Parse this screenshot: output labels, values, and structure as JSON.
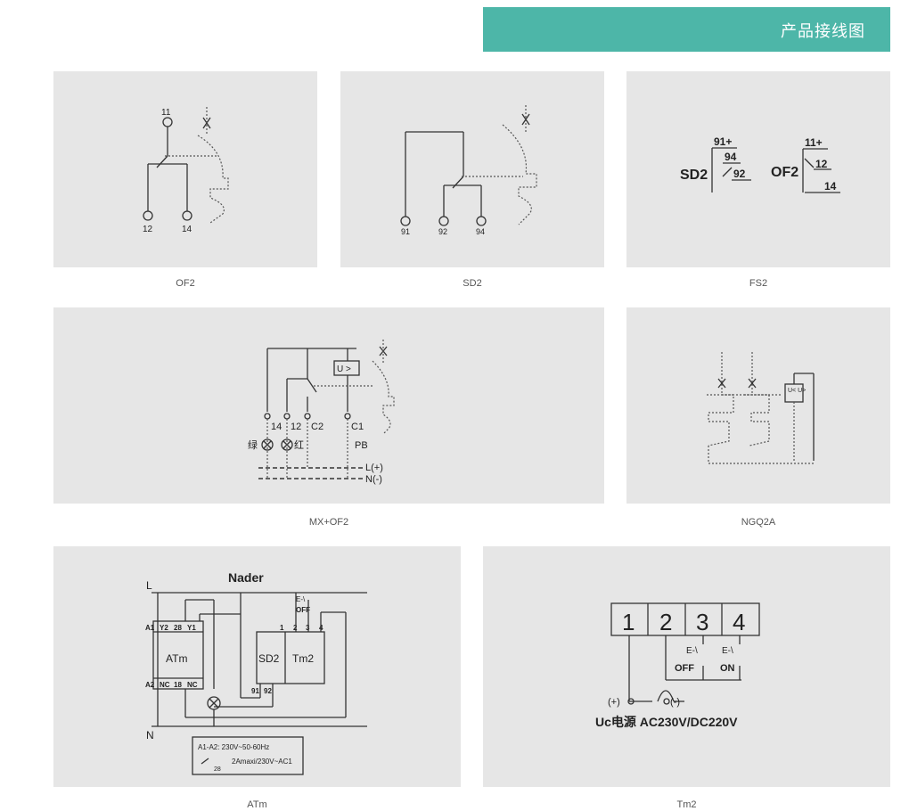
{
  "header": {
    "title": "产品接线图"
  },
  "captions": {
    "of2": "OF2",
    "sd2": "SD2",
    "fs2": "FS2",
    "mx_of2": "MX+OF2",
    "ngq2a": "NGQ2A",
    "atm": "ATm",
    "tm2": "Tm2"
  },
  "of2": {
    "t11": "11",
    "t12": "12",
    "t14": "14"
  },
  "sd2": {
    "t91": "91",
    "t92": "92",
    "t94": "94"
  },
  "fs2": {
    "sd_label": "SD2",
    "t91": "91+",
    "t94": "94",
    "t92": "92",
    "of_label": "OF2",
    "t11": "11+",
    "t12": "12",
    "t14": "14"
  },
  "mx": {
    "t14": "14",
    "t12": "12",
    "c2": "C2",
    "c1": "C1",
    "u_box": "U >",
    "green": "绿",
    "red": "红",
    "pb": "PB",
    "l": "L(+)",
    "n": "N(-)"
  },
  "ngq": {
    "box": "U< U>"
  },
  "atm": {
    "brand": "Nader",
    "L": "L",
    "N": "N",
    "a1": "A1",
    "y2": "Y2",
    "t28": "28",
    "y1": "Y1",
    "a2": "A2",
    "nc1": "NC",
    "t18": "18",
    "nc2": "NC",
    "atm_label": "ATm",
    "sd2": "SD2",
    "tm2": "Tm2",
    "t1": "1",
    "t2": "2",
    "t3": "3",
    "t4": "4",
    "t91": "91",
    "t92": "92",
    "e": "E-\\",
    "off": "OFF",
    "note1": "A1-A2: 230V~50-60Hz",
    "note2": "2Amaxi/230V~AC1",
    "note3": "28"
  },
  "tm2": {
    "d1": "1",
    "d2": "2",
    "d3": "3",
    "d4": "4",
    "e1": "E-\\",
    "off": "OFF",
    "e2": "E-\\",
    "on": "ON",
    "plus": "(+)",
    "minus": "(-)",
    "supply": "Uc电源  AC230V/DC220V"
  }
}
